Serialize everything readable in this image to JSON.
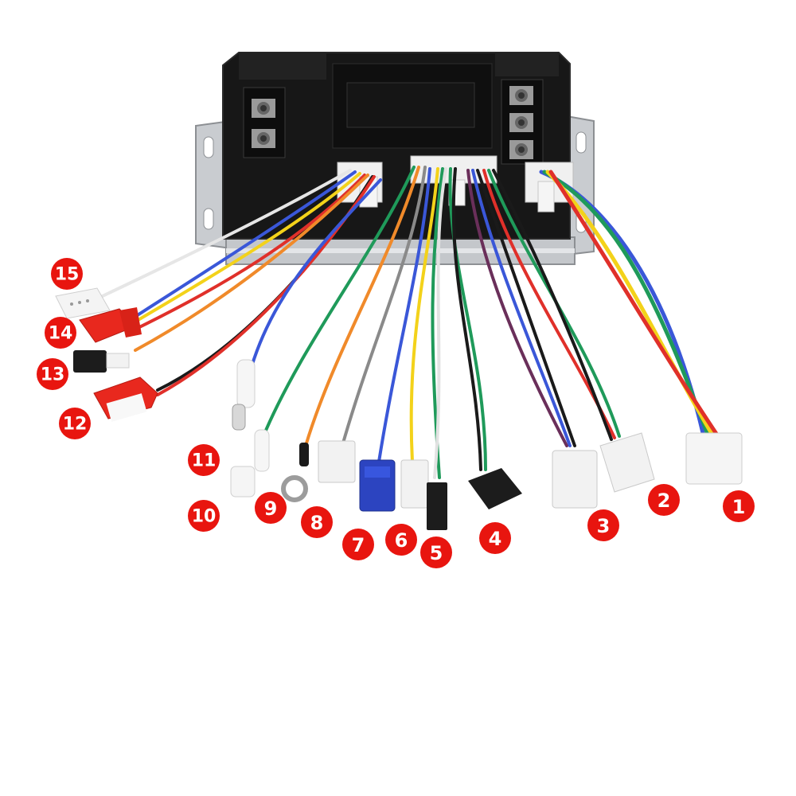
{
  "colors": {
    "badge": "#e8150f",
    "controller_body": "#151515",
    "controller_side": "#b9bcc0",
    "red_connector": "#e8281e",
    "blue_connector": "#2c44c0",
    "black_connector": "#1c1c1c",
    "white_connector": "#f2f2f2"
  },
  "wire_colors": [
    "#ffffff",
    "#f08a2a",
    "#3a57d8",
    "#f3d21a",
    "#e0302a",
    "#1a1a1a",
    "#1f9a5a",
    "#8a8a8a",
    "#6a2f5a"
  ],
  "badges": [
    "15",
    "14",
    "13",
    "12",
    "11",
    "10",
    "9",
    "8",
    "7",
    "6",
    "5",
    "4",
    "3",
    "2",
    "1"
  ],
  "icon": "brushless-motor-controller-with-wiring-harness"
}
